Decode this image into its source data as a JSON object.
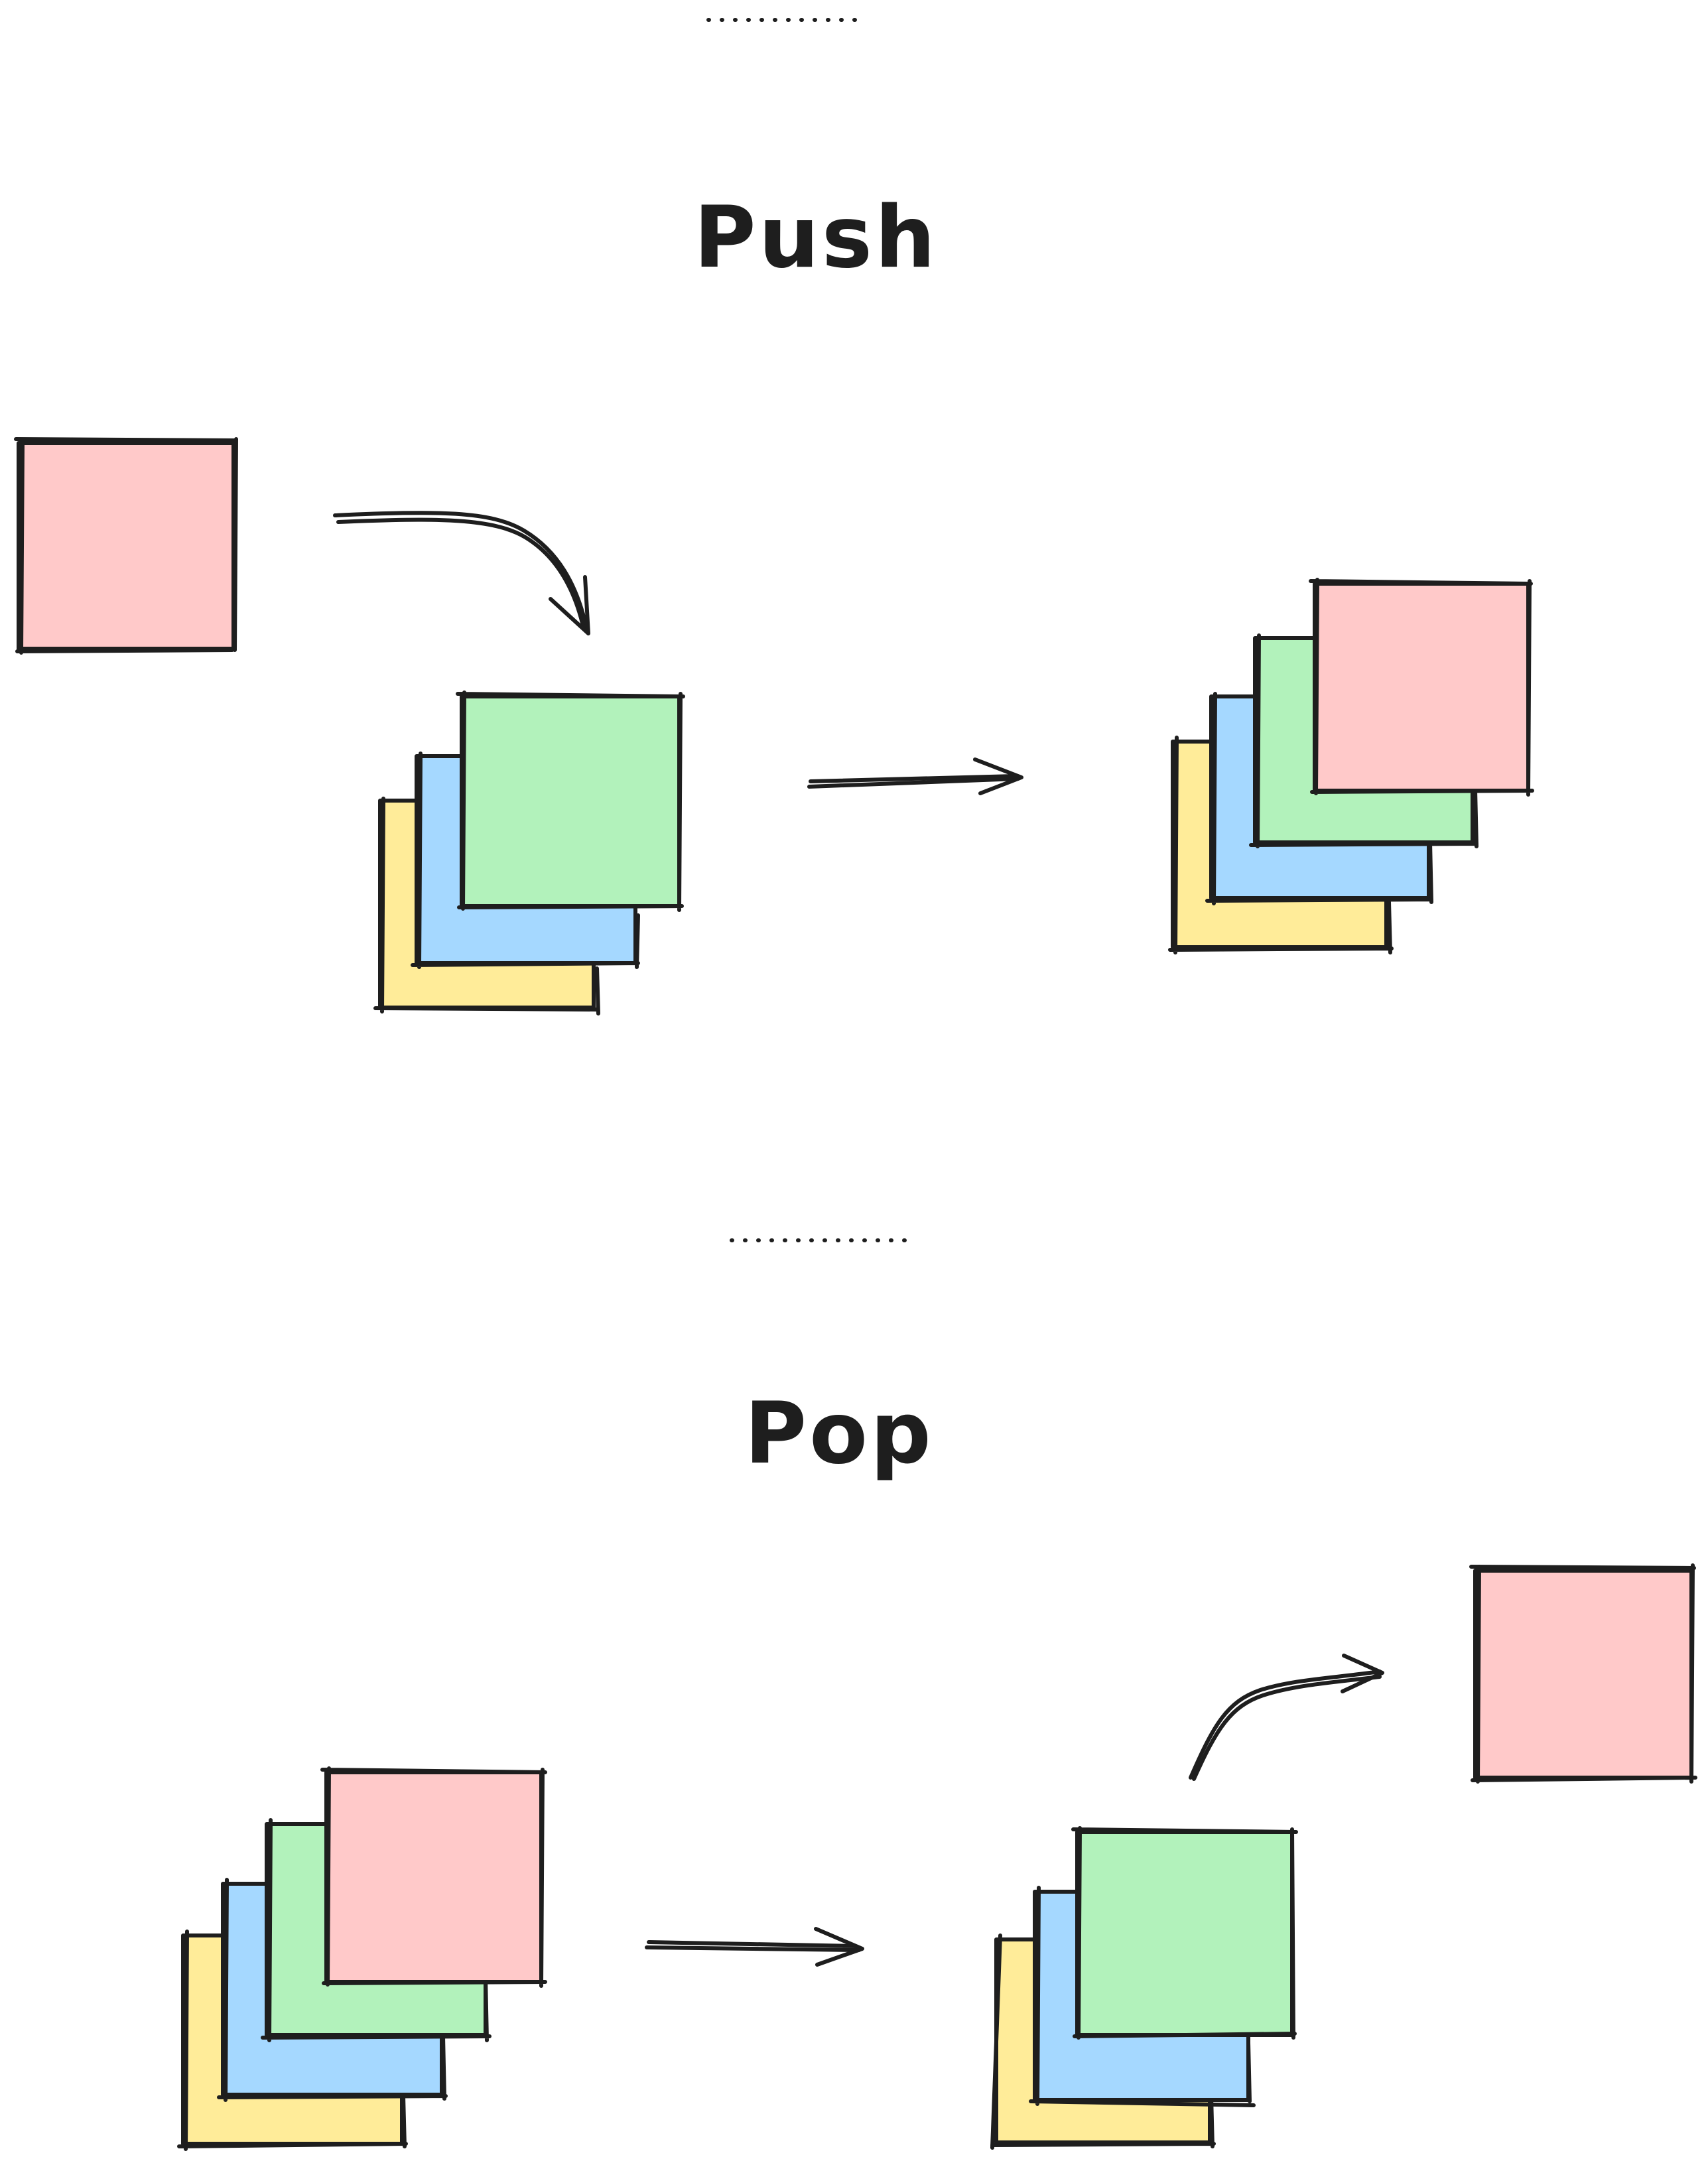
{
  "diagram": {
    "sections": [
      {
        "id": "push",
        "title": "Push"
      },
      {
        "id": "pop",
        "title": "Pop"
      }
    ],
    "colors": {
      "red": "#ffc9c9",
      "green": "#b2f2bb",
      "blue": "#a5d8ff",
      "yellow": "#ffec99",
      "stroke": "#1e1e1e",
      "background": "#ffffff"
    }
  }
}
